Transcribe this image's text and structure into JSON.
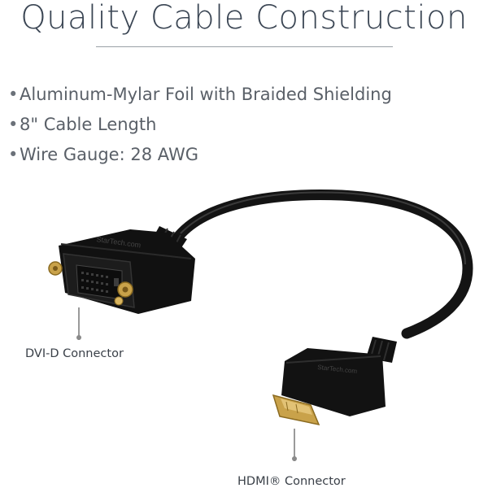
{
  "title": "Quality Cable Construction",
  "features": [
    "Aluminum-Mylar Foil with Braided Shielding",
    "8\" Cable Length",
    "Wire Gauge: 28 AWG"
  ],
  "bullet_glyph": "•",
  "callouts": {
    "dvi": "DVI-D Connector",
    "hdmi": "HDMI® Connector"
  },
  "product_image": {
    "brand_mark": "StarTech.com",
    "icon": "dvi-to-hdmi-adapter-cable"
  },
  "colors": {
    "title": "#3b4654",
    "text": "#5a6068",
    "cable": "#1a1a1a",
    "gold": "#c9a24a"
  }
}
